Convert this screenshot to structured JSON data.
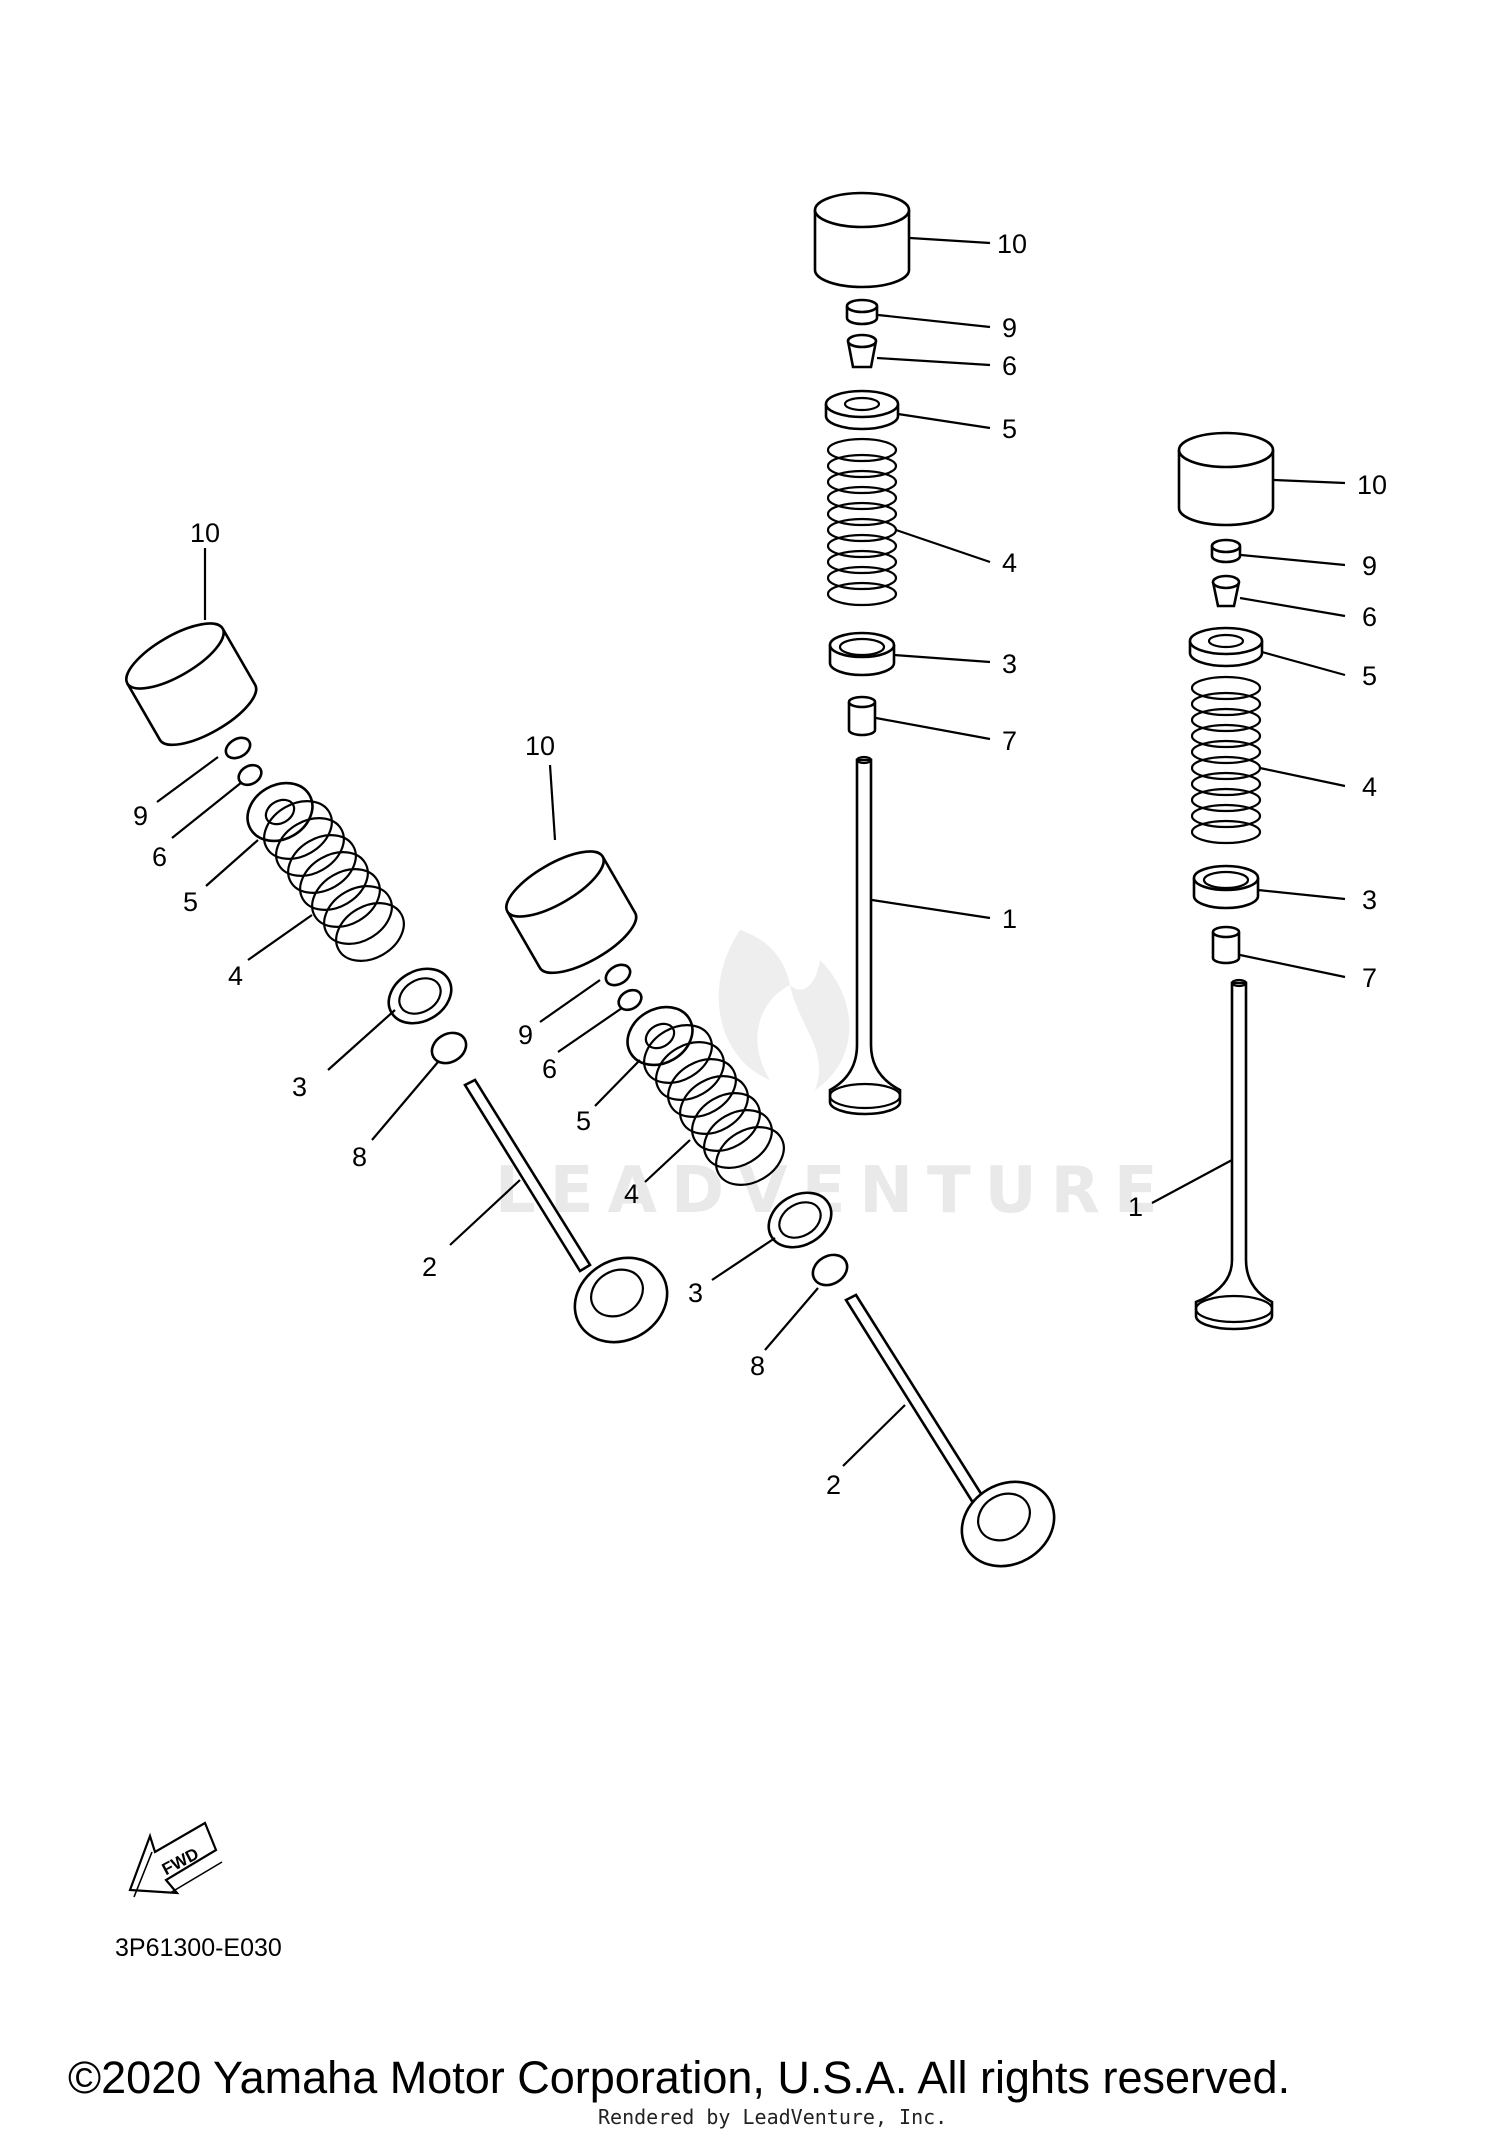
{
  "diagram": {
    "part_code": "3P61300-E030",
    "copyright": "©2020 Yamaha Motor Corporation, U.S.A. All rights reserved.",
    "rendered_by": "Rendered by LeadVenture, Inc.",
    "watermark": "LEADVENTURE",
    "fwd_label": "FWD",
    "assemblies": [
      {
        "name": "upper-center",
        "callouts": [
          "10",
          "9",
          "6",
          "5",
          "4",
          "3",
          "7",
          "1"
        ]
      },
      {
        "name": "right",
        "callouts": [
          "10",
          "9",
          "6",
          "5",
          "4",
          "3",
          "7",
          "1"
        ]
      },
      {
        "name": "left",
        "callouts": [
          "10",
          "9",
          "6",
          "5",
          "4",
          "3",
          "8",
          "2"
        ]
      },
      {
        "name": "center",
        "callouts": [
          "10",
          "9",
          "6",
          "5",
          "4",
          "3",
          "8",
          "2"
        ]
      }
    ]
  }
}
